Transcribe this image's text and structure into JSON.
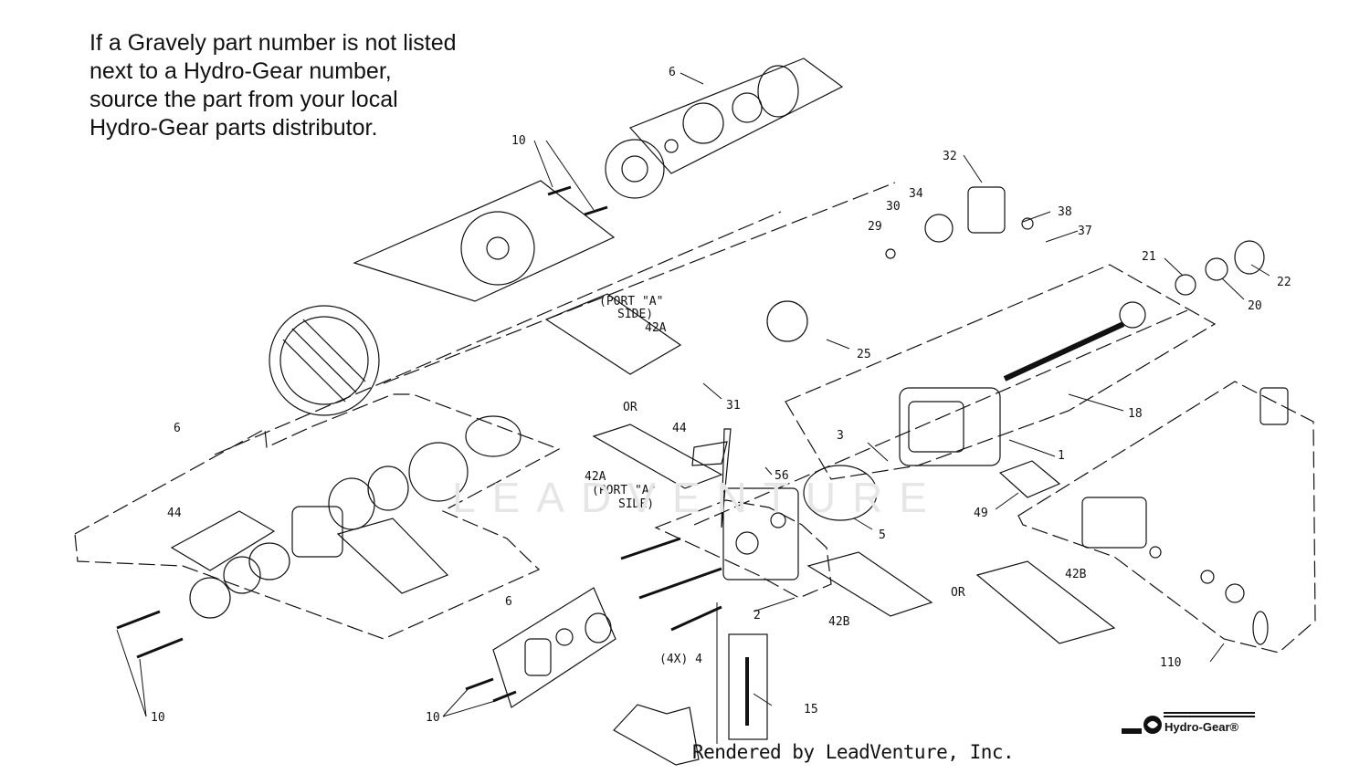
{
  "note": {
    "lines": [
      "If a Gravely part number is not listed",
      "next to a Hydro-Gear number,",
      "source the part from your local",
      "Hydro-Gear parts distributor."
    ]
  },
  "callouts": {
    "c6_top": "6",
    "c10_top": "10",
    "c32": "32",
    "c30": "30",
    "c34": "34",
    "c29": "29",
    "c38": "38",
    "c37": "37",
    "c21": "21",
    "c22": "22",
    "c20": "20",
    "port_a_1": "(PORT \"A\"",
    "port_a_1b": "SIDE)",
    "c42a_1": "42A",
    "c25": "25",
    "c31": "31",
    "c18": "18",
    "or_1": "OR",
    "c6_left": "6",
    "c44_mid": "44",
    "c3": "3",
    "c1": "1",
    "c42a_2": "42A",
    "port_a_2": "(PORT \"A\"",
    "port_a_2b": "SIDE)",
    "c56": "56",
    "c49": "49",
    "c5": "5",
    "c44_left": "44",
    "c42b_1": "42B",
    "or_2": "OR",
    "c6_bottom": "6",
    "c2": "2",
    "c42b_2": "42B",
    "c4x": "(4X) 4",
    "c110": "110",
    "c15": "15",
    "c10_left": "10",
    "c10_bottom": "10"
  },
  "footer": "Rendered by LeadVenture, Inc.",
  "logo": {
    "text": "Hydro-Gear®",
    "icon": "hydro-gear-logo-icon"
  },
  "watermark": "LEADVENTURE"
}
